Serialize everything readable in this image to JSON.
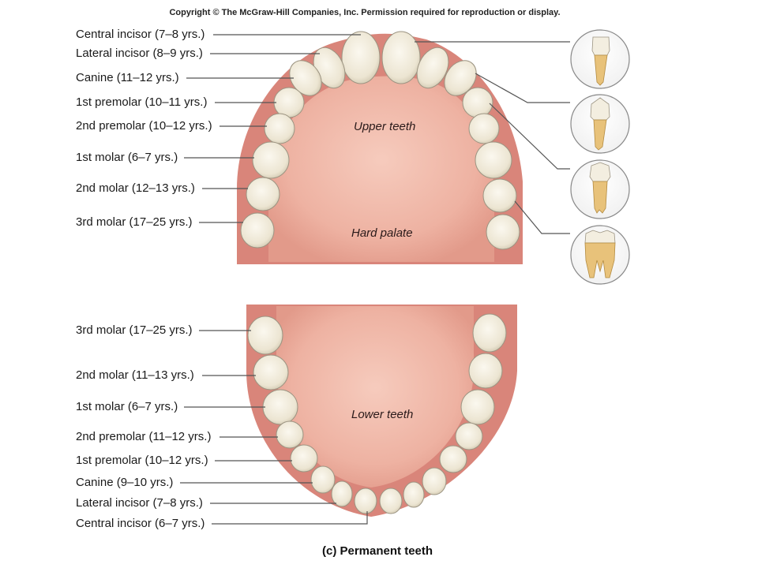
{
  "copyright": "Copyright © The McGraw-Hill Companies, Inc. Permission required for reproduction or display.",
  "upper": {
    "title": "Upper teeth",
    "palate": "Hard palate",
    "labels": [
      "Central incisor (7–8 yrs.)",
      "Lateral incisor (8–9 yrs.)",
      "Canine (11–12 yrs.)",
      "1st premolar (10–11 yrs.)",
      "2nd premolar (10–12 yrs.)",
      "1st molar (6–7 yrs.)",
      "2nd molar (12–13 yrs.)",
      "3rd molar (17–25 yrs.)"
    ]
  },
  "lower": {
    "title": "Lower teeth",
    "labels": [
      "3rd molar (17–25 yrs.)",
      "2nd molar (11–13 yrs.)",
      "1st molar (6–7 yrs.)",
      "2nd premolar (11–12 yrs.)",
      "1st premolar (10–12 yrs.)",
      "Canine (9–10 yrs.)",
      "Lateral incisor (7–8 yrs.)",
      "Central incisor (6–7 yrs.)"
    ]
  },
  "caption": "(c) Permanent teeth",
  "colors": {
    "gum": "#d9857a",
    "palate": "#efb9aa",
    "tooth": "#f3eee0",
    "tooth_edge": "#9c9482",
    "root": "#e8c27a",
    "leader": "#555555"
  },
  "tooth_detail_icons": [
    "incisor-tooth-icon",
    "canine-tooth-icon",
    "premolar-tooth-icon",
    "molar-tooth-icon"
  ]
}
